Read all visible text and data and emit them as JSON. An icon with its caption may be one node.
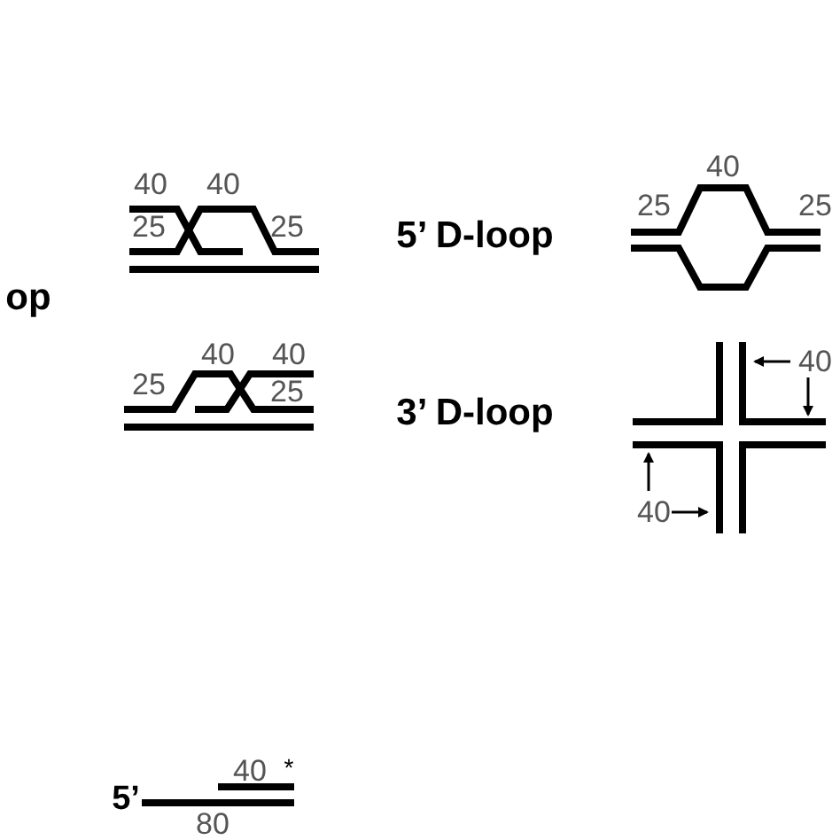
{
  "diagram": {
    "labels": [
      "40",
      "40",
      "40",
      "25",
      "25",
      "5’ D-loop",
      "25",
      "25",
      "op",
      "40",
      "40",
      "40",
      "25",
      "25",
      "3’ D-loop",
      "40",
      "40",
      "*",
      "5’",
      "80"
    ]
  }
}
